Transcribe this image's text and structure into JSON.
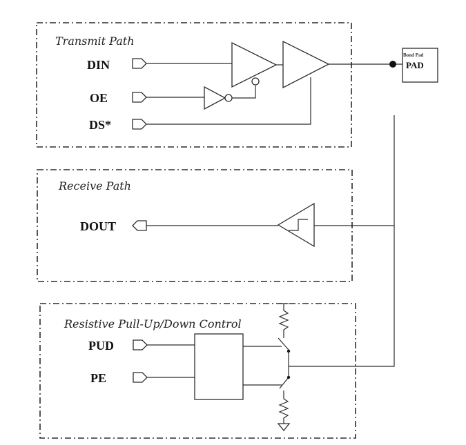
{
  "transmit": {
    "title": "Transmit Path",
    "pins": {
      "din": "DIN",
      "oe": "OE",
      "ds": "DS*"
    }
  },
  "receive": {
    "title": "Receive Path",
    "pins": {
      "dout": "DOUT"
    }
  },
  "pull": {
    "title": "Resistive Pull-Up/Down Control",
    "pins": {
      "pud": "PUD",
      "pe": "PE"
    }
  },
  "pad": {
    "caption": "Bond Pad",
    "label": "PAD"
  }
}
